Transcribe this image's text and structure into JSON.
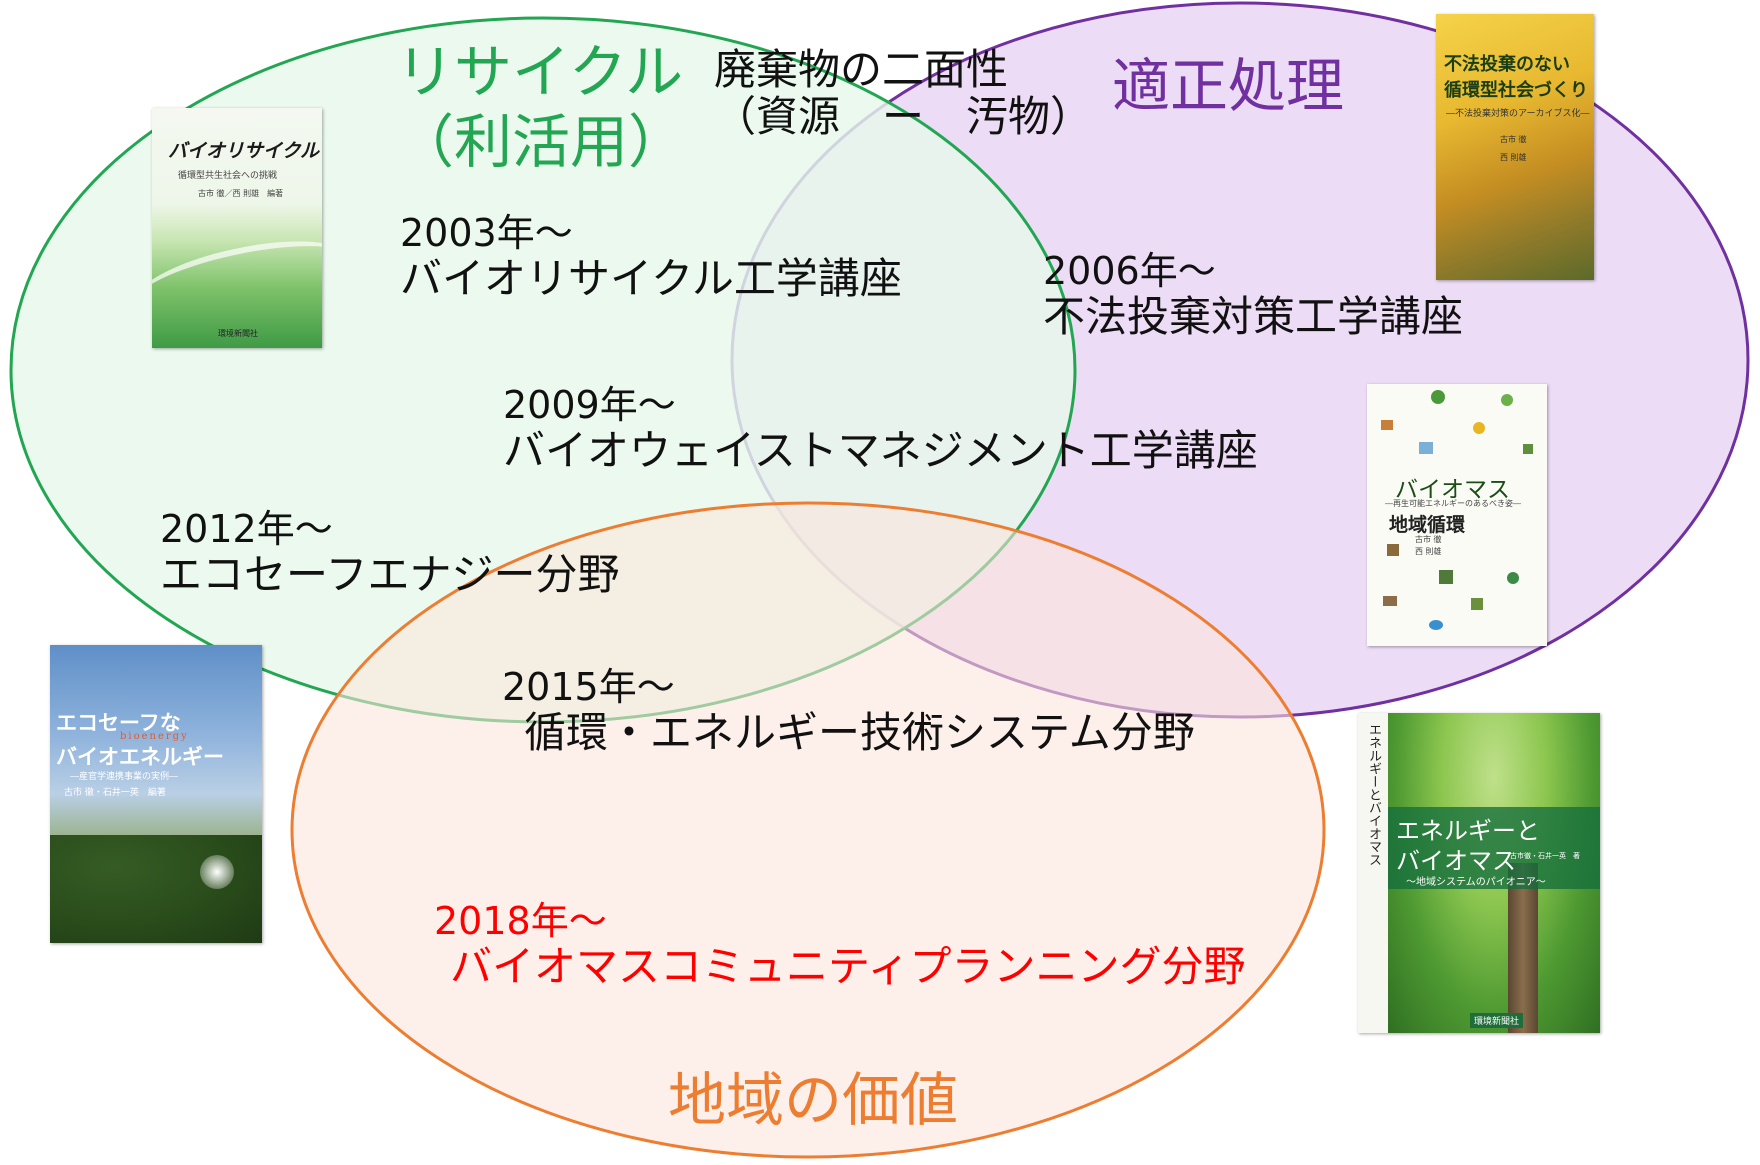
{
  "diagram": {
    "circles": [
      {
        "id": "recycle",
        "label_line1": "リサイクル",
        "label_line2": "（利活用）",
        "color": "#22a652",
        "fill": "#e6f8ec"
      },
      {
        "id": "proper",
        "label": "適正処理",
        "color": "#7030a0",
        "fill": "#ecdcf6"
      },
      {
        "id": "regional",
        "label": "地域の価値",
        "color": "#ed7d31",
        "fill": "#fbe6da"
      }
    ],
    "center_title_line1": "廃棄物の二面性",
    "center_title_line2": "（資源　ー　汚物）",
    "entries": [
      {
        "year": "2003年～",
        "name": "バイオリサイクル工学講座"
      },
      {
        "year": "2006年～",
        "name": "不法投棄対策工学講座"
      },
      {
        "year": "2009年～",
        "name": "バイオウェイストマネジメント工学講座"
      },
      {
        "year": "2012年～",
        "name": "エコセーフエナジー分野"
      },
      {
        "year": "2015年～",
        "name": "循環・エネルギー技術システム分野"
      },
      {
        "year": "2018年～",
        "name": "バイオマスコミュニティプランニング分野",
        "color": "#ff0000"
      }
    ]
  },
  "books": {
    "bio_recycle": {
      "title": "バイオリサイクル",
      "subtitle": "循環型共生社会への挑戦",
      "authors": "古市 徹／西 則雄　編著",
      "publisher": "環境新聞社"
    },
    "illegal_dumping": {
      "title_line1": "不法投棄のない",
      "title_line2": "循環型社会づくり",
      "subtitle": "―不法投棄対策のアーカイブス化―",
      "authors": "古市 徹",
      "editor": "西 則雄"
    },
    "biomass_region": {
      "title_line1": "バイオマス",
      "title_line2": "地域循環",
      "subtitle": "―再生可能エネルギーのあるべき姿―",
      "authors": "古市 徹",
      "editor": "西 則雄"
    },
    "ecosafe": {
      "title_line1": "エコセーフな",
      "accent": "bioenergy",
      "title_line2": "バイオエネルギー",
      "subtitle": "―産官学連携事業の実例―",
      "authors": "古市 徹・石井一英　編著"
    },
    "energy_biomass": {
      "title_line1": "エネルギーと",
      "title_line2": "バイオマス",
      "subtitle": "～地域システムのパイオニア～",
      "authors": "古市徹・石井一英　著",
      "publisher": "環境新聞社",
      "spine": "エネルギーとバイオマス"
    }
  }
}
